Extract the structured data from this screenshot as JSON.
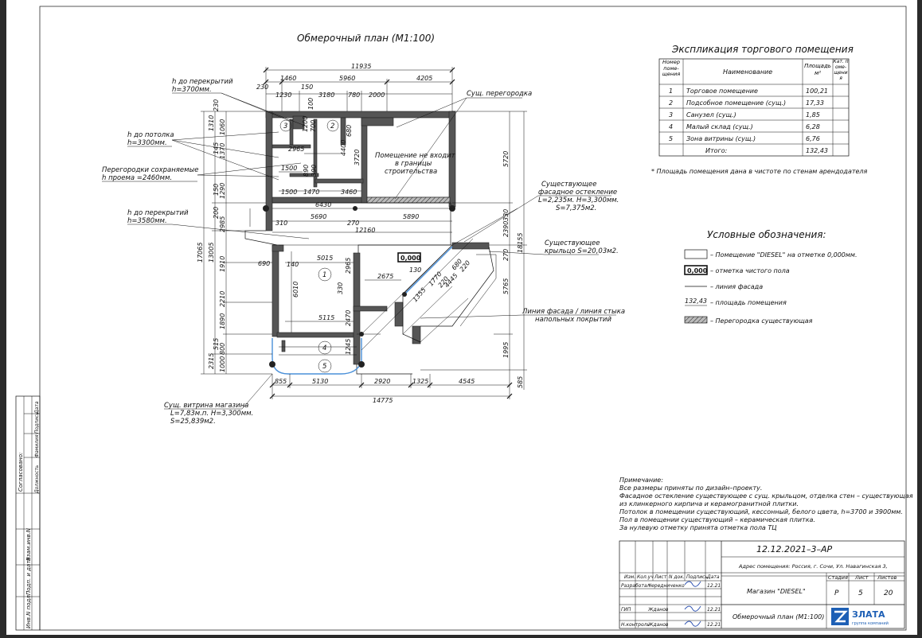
{
  "plan": {
    "title": "Обмерочный план (М1:100)",
    "floor_mark": "0,000",
    "rooms": [
      "1",
      "2",
      "3",
      "4",
      "5"
    ],
    "notes": {
      "note_height_top": [
        "h до перекрытий",
        "h=3700мм."
      ],
      "note_ceiling": [
        "h до потолка",
        "h=3300мм."
      ],
      "note_partitions": [
        "Перегородки сохраняемые",
        "h проема =2460мм."
      ],
      "note_height_mid": [
        "h до перекрытий",
        "h=3580мм."
      ],
      "note_partition_exist": "Сущ. перегородка",
      "note_not_included": [
        "Помещение не входит",
        "в границы",
        "строительства"
      ],
      "note_glazing": [
        "Существующее",
        "фасадное остекление",
        "L=2,235м. H=3,300мм.",
        "S=7,375м2."
      ],
      "note_porch": [
        "Существующее",
        "крыльцо S=20,03м2."
      ],
      "note_facade": [
        "Линия фасада / линия стыка",
        "напольных покрытий"
      ],
      "note_vitrine": [
        "Сущ. витрина магазина",
        "L=7,83м.п. H=3,300мм.",
        "S=25,839м2."
      ]
    },
    "dims": {
      "top_total": "11935",
      "top_a": "1460",
      "top_b": "5960",
      "top_c": "4205",
      "top_230": "230",
      "top_150": "150",
      "top_1230": "1230",
      "top_3180": "3180",
      "top_780": "780",
      "top_2000": "2000",
      "top_100": "100",
      "r_2965": "2965",
      "r_1500a": "1500",
      "r_1500b": "1500",
      "r_1470": "1470",
      "r_3460": "3460",
      "r_4400": "4400",
      "r_3720": "3720",
      "r_680": "680",
      "r_890": "890",
      "r_390": "390",
      "r_1200": "1200",
      "r_700": "700",
      "mid_6430": "6430",
      "mid_5690": "5690",
      "mid_5890": "5890",
      "mid_310": "310",
      "mid_270": "270",
      "mid_12160": "12160",
      "in_5015": "5015",
      "in_140": "140",
      "in_690": "690",
      "in_2965": "2965",
      "in_6010": "6010",
      "in_2675": "2675",
      "in_130": "130",
      "in_330": "330",
      "in_5115": "5115",
      "in_2470": "2470",
      "in_1245": "1245",
      "d_1355": "1355",
      "d_1770": "1770",
      "d_220a": "220",
      "d_220b": "220",
      "d_4445": "4445",
      "d_680": "680",
      "bot_855": "855",
      "bot_5130": "5130",
      "bot_2920": "2920",
      "bot_1325": "1325",
      "bot_4545": "4545",
      "bot_total": "14775",
      "left_17065": "17065",
      "left_13005": "13005",
      "left_1310": "1310",
      "left_230": "230",
      "left_1060": "1060",
      "left_145": "145",
      "left_1370": "1370",
      "left_150": "150",
      "left_1290": "1290",
      "left_200": "200",
      "left_2985": "2985",
      "left_1910": "1910",
      "left_2210": "2210",
      "left_1890": "1890",
      "left_515": "515",
      "left_800": "800",
      "left_2315": "2315",
      "left_1000": "1000",
      "right_5720": "5720",
      "right_330": "330",
      "right_2390": "2390",
      "right_270": "270",
      "right_18155": "18155",
      "right_5765": "5765",
      "right_1995": "1995",
      "right_585": "585"
    }
  },
  "explication": {
    "title": "Экспликация торгового помещения",
    "headers": [
      "Номер поме- щения",
      "Наименование",
      "Площадь м²",
      "Кат. поме- щения"
    ],
    "rows": [
      [
        "1",
        "Торговое помещение",
        "100,21",
        ""
      ],
      [
        "2",
        "Подсобное помещение (сущ.)",
        "17,33",
        ""
      ],
      [
        "3",
        "Санузел (сущ.)",
        "1,85",
        ""
      ],
      [
        "4",
        "Малый склад (сущ.)",
        "6,28",
        ""
      ],
      [
        "5",
        "Зона витрины (сущ.)",
        "6,76",
        ""
      ],
      [
        "",
        "Итого:",
        "132,43",
        ""
      ]
    ],
    "footnote": "* Площадь помещения дана в чистоте по стенам арендодателя"
  },
  "legend": {
    "title": "Условные обозначения:",
    "items": [
      "– Помещение \"DIESEL\" на отметке 0,000мм.",
      "– отметка чистого пола",
      "– линия фасада",
      "– площадь помещения",
      "– Перегородка существующая"
    ],
    "mark_floor": "0,000",
    "mark_area": "132,43"
  },
  "remarks": {
    "title": "Примечание:",
    "lines": [
      "Все размеры приняты по дизайн–проекту.",
      "Фасадное остекление существующее с сущ. крыльцом, отделка стен – существующая",
      "из клинкерного кирпича и керамогранитной плитки.",
      "Потолок в помещении существующий, кессонный, белого цвета, h=3700 и 3900мм.",
      "Пол в помещении существующий – керамическая плитка.",
      "За нулевую отметку принята отметка пола ТЦ"
    ]
  },
  "stamp": {
    "code": "12.12.2021–3–АР",
    "address": "Адрес помещения: Россия, г. Сочи, Ул. Навагинская 3,",
    "col_headers": [
      "Изм.",
      "Кол.уч",
      "Лист",
      "N док.",
      "Подпись",
      "Дата"
    ],
    "rows": [
      {
        "role": "Разработал",
        "name": "Чередниченко",
        "date": "12.21"
      },
      {
        "role": "",
        "name": "",
        "date": ""
      },
      {
        "role": "ГИП",
        "name": "Жданов",
        "date": "12.21"
      },
      {
        "role": "Н.контроль",
        "name": "Жданов",
        "date": "12.21"
      }
    ],
    "project": "Магазин \"DIESEL\"",
    "sheet_title": "Обмерочный план (М1:100)",
    "stage_header": "Стадия",
    "sheet_header": "Лист",
    "sheets_header": "Листов",
    "stage": "Р",
    "sheet": "5",
    "sheets": "20",
    "company": "ЗЛАТА",
    "company_sub": "группа компаний"
  },
  "side_stamp": {
    "agreed": "Согласовано:",
    "cols": [
      "Должность",
      "Фамилия",
      "Подпись",
      "Дата"
    ],
    "vert": [
      "Инв.N подл.",
      "Подп. и дата",
      "Взам.инв.N"
    ]
  }
}
